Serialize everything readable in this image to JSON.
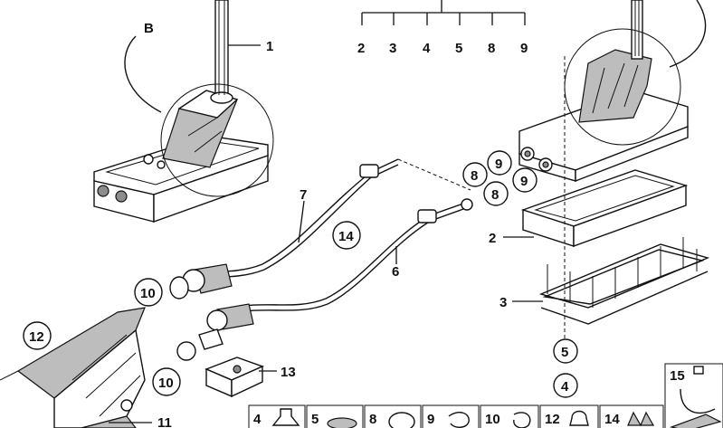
{
  "diagram": {
    "detail_label": "B",
    "callouts": {
      "c1": "1",
      "c2": "2",
      "c3": "3",
      "c4": "4",
      "c5": "5",
      "c6": "6",
      "c7": "7",
      "c8": "8",
      "c9": "9",
      "c10": "10",
      "c11": "11",
      "c12": "12",
      "c13": "13",
      "c14": "14",
      "c15": "15"
    },
    "top_group": [
      "2",
      "3",
      "4",
      "5",
      "8",
      "9"
    ],
    "kit_tiles": [
      "4",
      "5",
      "8",
      "9",
      "10",
      "12",
      "14"
    ]
  }
}
